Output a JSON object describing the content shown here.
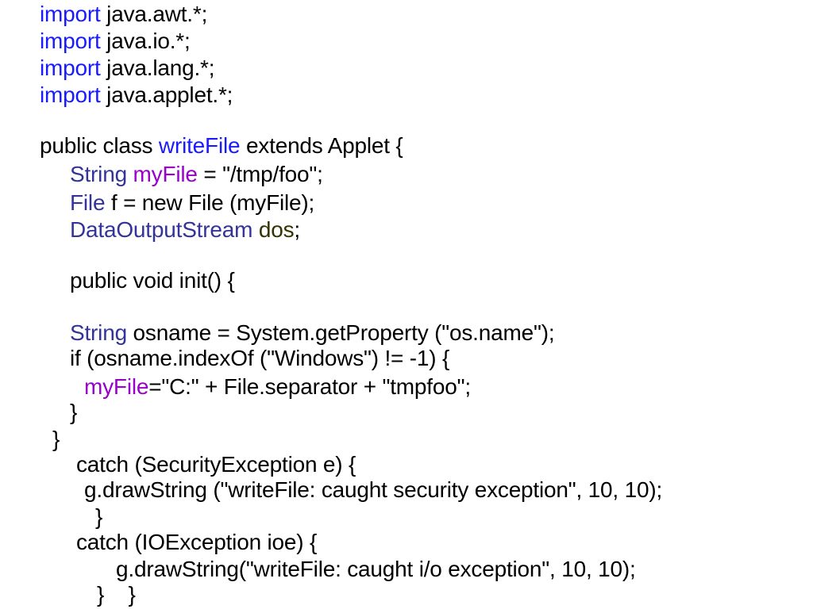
{
  "colors": {
    "default": "#000000",
    "keyword": "#1a1aff",
    "type": "#333399",
    "variable": "#9900cc",
    "dark_variable": "#333300"
  },
  "lines": [
    [
      {
        "t": "import",
        "c": "keyword"
      },
      {
        "t": " java.awt.*;",
        "c": "default"
      }
    ],
    [
      {
        "t": "import",
        "c": "keyword"
      },
      {
        "t": " java.io.*;",
        "c": "default"
      }
    ],
    [
      {
        "t": "import",
        "c": "keyword"
      },
      {
        "t": " java.lang.*;",
        "c": "default"
      }
    ],
    [
      {
        "t": "import",
        "c": "keyword"
      },
      {
        "t": " java.applet.*;",
        "c": "default"
      }
    ],
    [
      {
        "t": "public class ",
        "c": "default"
      },
      {
        "t": "writeFile",
        "c": "keyword"
      },
      {
        "t": " extends Applet {",
        "c": "default"
      }
    ],
    [
      {
        "t": "String",
        "c": "type"
      },
      {
        "t": " ",
        "c": "default"
      },
      {
        "t": "myFile",
        "c": "variable"
      },
      {
        "t": " = \"/tmp/foo\";",
        "c": "default"
      }
    ],
    [
      {
        "t": "File",
        "c": "type"
      },
      {
        "t": " f = new File (myFile);",
        "c": "default"
      }
    ],
    [
      {
        "t": "DataOutputStream",
        "c": "type"
      },
      {
        "t": " ",
        "c": "default"
      },
      {
        "t": "dos",
        "c": "dark_variable"
      },
      {
        "t": ";",
        "c": "default"
      }
    ],
    [
      {
        "t": "public void init() {",
        "c": "default"
      }
    ],
    [
      {
        "t": "String",
        "c": "type"
      },
      {
        "t": " osname = System.getProperty (\"os.name\");",
        "c": "default"
      }
    ],
    [
      {
        "t": "if (osname.indexOf (\"Windows\") != -1) {",
        "c": "default"
      }
    ],
    [
      {
        "t": "myFile",
        "c": "variable"
      },
      {
        "t": "=\"C:\" + File.separator + \"tmpfoo\";",
        "c": "default"
      }
    ],
    [
      {
        "t": "}",
        "c": "default"
      }
    ],
    [
      {
        "t": "}",
        "c": "default"
      }
    ],
    [
      {
        "t": "catch (SecurityException e) {",
        "c": "default"
      }
    ],
    [
      {
        "t": "g.drawString (\"writeFile: caught security exception\", 10, 10);",
        "c": "default"
      }
    ],
    [
      {
        "t": "}",
        "c": "default"
      }
    ],
    [
      {
        "t": "catch (IOException ioe) {",
        "c": "default"
      }
    ],
    [
      {
        "t": "g.drawString(\"writeFile: caught i/o exception\", 10, 10);",
        "c": "default"
      }
    ],
    [
      {
        "t": "}    }",
        "c": "default"
      }
    ]
  ]
}
